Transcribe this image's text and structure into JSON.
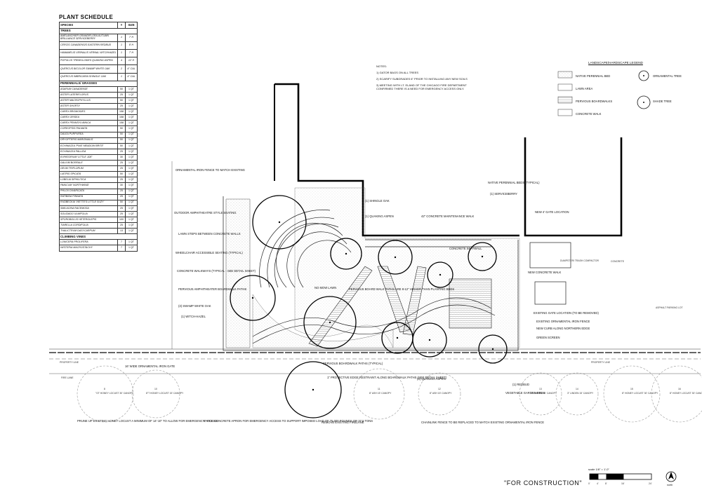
{
  "schedule": {
    "title": "PLANT SCHEDULE",
    "headers": {
      "species": "SPECIES",
      "num": "#",
      "size": "SIZE"
    },
    "sections": [
      {
        "name": "TREES",
        "tall": true,
        "rows": [
          {
            "species": "AMELANCHIER GRANDIFLORA AUTUMN BRILLIANCE SERVICEBERRY",
            "num": "1",
            "size": "7' H"
          },
          {
            "species": "CERCIS CANADENSIS EASTERN REDBUD",
            "num": "1",
            "size": "8' H"
          },
          {
            "species": "HAMAMELIS VERNALIS VERNAL WITCHHAZEL",
            "num": "1",
            "size": "7' H"
          },
          {
            "species": "POPULUS TREMULOIDES QUAKING ASPEN",
            "num": "4",
            "size": "12' H"
          },
          {
            "species": "QUERCUS BICOLOR SWAMP WHITE OAK",
            "num": "2",
            "size": "4\" CAL"
          },
          {
            "species": "QUERCUS IMBRICARIA SHINGLE OAK",
            "num": "1",
            "size": "4\" CAL"
          }
        ]
      },
      {
        "name": "PERENNIALS/ GRASSES",
        "tall": false,
        "rows": [
          {
            "species": "ASARUM CANADENSE",
            "num": "50",
            "size": "1 QT"
          },
          {
            "species": "ASTER LATERIFLORUS",
            "num": "25",
            "size": "1 QT"
          },
          {
            "species": "ASTER MACROPHYLLUS",
            "num": "50",
            "size": "1 QT"
          },
          {
            "species": "ASTER SHORTII",
            "num": "25",
            "size": "1 QT"
          },
          {
            "species": "CAREX BROMOIDES",
            "num": "158",
            "size": "1 QT"
          },
          {
            "species": "CAREX GRISEA",
            "num": "158",
            "size": "1 QT"
          },
          {
            "species": "CAREX PENNSYLVANICA",
            "num": "158",
            "size": "1 QT"
          },
          {
            "species": "COREOPSIS PALMATA",
            "num": "50",
            "size": "1 QT"
          },
          {
            "species": "DALEA PURPUREA",
            "num": "50",
            "size": "1 QT"
          },
          {
            "species": "DRYOPTERIS MARGINALIS",
            "num": "50",
            "size": "1 QT"
          },
          {
            "species": "ECHINACEA 'PIXIE MEADOW BRITE'",
            "num": "50",
            "size": "1 QT"
          },
          {
            "species": "ECHINACEA PALLIDA",
            "num": "25",
            "size": "1 QT"
          },
          {
            "species": "EUPATORIUM 'LITTLE JOE'",
            "num": "30",
            "size": "1 QT"
          },
          {
            "species": "GALIUM BOREALE",
            "num": "25",
            "size": "1 QT"
          },
          {
            "species": "GEUM TRIFLORUM",
            "num": "25",
            "size": "1 QT"
          },
          {
            "species": "LIATRIS SPICATA",
            "num": "50",
            "size": "1 QT"
          },
          {
            "species": "LOBELIA SIPHILITICA",
            "num": "25",
            "size": "1 QT"
          },
          {
            "species": "PANICUM 'NORTHWIND'",
            "num": "30",
            "size": "1 QT"
          },
          {
            "species": "PHLOX DIVARICATA",
            "num": "25",
            "size": "1 QT"
          },
          {
            "species": "RATIBIDA PINNATA",
            "num": "25",
            "size": "1 QT"
          },
          {
            "species": "RUDBECKIA 'VIETTE'S LITTLE SUZY'",
            "num": "50",
            "size": "1 QT"
          },
          {
            "species": "SMILACINA RACEMOSA",
            "num": "25",
            "size": "1 QT"
          },
          {
            "species": "SOLIDAGO ULMIFOLIA",
            "num": "25",
            "size": "1 QT"
          },
          {
            "species": "SPOROBOLUS HETEROLEPIS",
            "num": "100",
            "size": "1 QT"
          },
          {
            "species": "TIARELLA CORDIFOLIA",
            "num": "25",
            "size": "1 QT"
          },
          {
            "species": "THALICTRUM DASYCARPUM",
            "num": "13",
            "size": "1 QT"
          }
        ]
      },
      {
        "name": "CLIMBING VINES",
        "tall": false,
        "rows": [
          {
            "species": "LONICERA PROLIFERA",
            "num": "7",
            "size": "1 QT"
          },
          {
            "species": "WISTERIA MACROSTACHY",
            "num": "7",
            "size": "1 QT"
          }
        ]
      }
    ]
  },
  "notes": {
    "title": "NOTES:",
    "items": [
      "1) GATOR BAGS ON ALL TREES",
      "2) SCARIFY SUBGRADES 6\" PRIOR TO INSTALLING ANY NEW SOILS",
      "3) MEETING WITH LT. ELAND OF THE CHICAGO FIRE DEPARTMENT CONFIRMED THERE IS A NEED FOR EMERGENCY ACCESS ONLY."
    ]
  },
  "legend": {
    "title": "LANDSCAPE/HARDSCAPE LEGEND",
    "items": {
      "native_bed": "NATIVE PERENNIAL BED",
      "lawn": "LAWN AREA",
      "pervious": "PERVIOUS BOARDWALKS",
      "concrete": "CONCRETE WALK",
      "ornamental_tree": "ORNAMENTAL TREE",
      "shade_tree": "SHADE TREE"
    }
  },
  "callouts": {
    "iron_fence": "ORNAMENTAL IRON FENCE TO MATCH EXISTING",
    "amphitheatre": "OUTDOOR AMPHITHEATRE STYLE SEATING",
    "lawn_steps": "LAWN STEPS BETWEEN CONCRETE WALLS",
    "wheelchair": "WHEELCHAIR ACCESSIBLE SEATING (TYPICAL)",
    "concrete_walkways": "CONCRETE WALKWAYS (TYPICAL - SEE DETAIL SHEET)",
    "pervious_amph": "PERVIOUS AMPHITHEATER BOARDWALK PATHS",
    "swamp_oak": "(3) SWAMP WHITE OAK",
    "witch_hazel": "(1) WITCH-HAZEL",
    "gate16": "16' WIDE ORNAMENTAL IRON GATE",
    "shingle_oak": "(1) SHINGLE OAK",
    "quaking_top": "(1) QUAKING ASPEN",
    "maint_walk": "42\" CONCRETE MAINTENANCE WALK",
    "native_beds": "NATIVE PERENNIAL BEDS (TYPICAL)",
    "serviceberry": "(1) SERVICEBERRY",
    "gate_loc": "NEW 4' GATE LOCATION",
    "seatwall": "CONCRETE SEATWALL",
    "no_mow": "NO MOW LAWN",
    "pervious_higher": "PERVIOUS BOARD WALK PATHS ARE 8-12\" HIGHER THAN PLANTING BEDS",
    "new_concrete": "NEW CONCRETE WALK",
    "existing_gate": "EXISTING GATE LOCATION (TO BE REMOVED)",
    "existing_fence": "EXISTING ORNAMENTAL IRON FENCE",
    "new_curb": "NEW CURB ALONG NORTHERN EDGE",
    "green_screen": "GREEN SCREEN",
    "pervious_paths": "PERVIOUS BOARDWALK PATHS (TYPICAL)",
    "protective": "1\" PROTECTIVE EDGE RESTRAINT ALONG BOARDWALK PATHS (SEE DETAIL SHEET)",
    "quaking3": "(3) QUAKING ASPEN",
    "redbud": "(1) REDBUD",
    "veg_beds": "VEGETABLE GARDEN BEDS",
    "honey_locust": "PRUNE UP EXISTING HONEY LOCUST A MINIMUM OF 14'-10\" TO ALLOW FOR EMERGENCY ACCESS",
    "pcc_apron": "8\" PCC CONCRETE APRON FOR EMERGENCY ACCESS TO SUPPORT IMPOSED LOAD OF 75,000 POUNDS OR 37.5 TONS",
    "fire_lane": "REMOVE EXISTING FIRELANE",
    "chainlink": "CHAINLINK FENCE TO BE REPLACED TO MATCH EXISTING ORNAMENTAL IRON FENCE",
    "dumpster": "DUMPSTER/ TRASH COMPACTOR",
    "concrete_lbl": "CONCRETE",
    "asphalt": "ASPHALT PARKING LOT",
    "property_line": "PROPERTY LINE",
    "fire_lane_small": "FIRE LANE"
  },
  "trees_north": [
    {
      "n": "8",
      "label": "\"OT HONEY LOCUST 30' CANOPY"
    },
    {
      "n": "10",
      "label": "8\"T HONEY LOCUST 15' CANOPY"
    },
    {
      "n": "11",
      "label": "8\" ASH 15' CANOPY"
    },
    {
      "n": "12",
      "label": "8\" ASH 15' CANOPY"
    },
    {
      "n": "13",
      "label": "3\" LINDEN 15' CANOPY"
    },
    {
      "n": "14",
      "label": "3\" LINDEN 15' CANOPY"
    },
    {
      "n": "15",
      "label": "8\" HONEY LOCUST 30' CANOPY"
    },
    {
      "n": "16",
      "label": "8\" HONEY LOCUST 30' CANOPY"
    }
  ],
  "stamp": "\"FOR CONSTRUCTION\"",
  "scale": {
    "label": "scale 1/8\" = 1'-0\"",
    "ticks": [
      "0'",
      "4'",
      "8'",
      "16'",
      "24'"
    ]
  },
  "north": "north"
}
